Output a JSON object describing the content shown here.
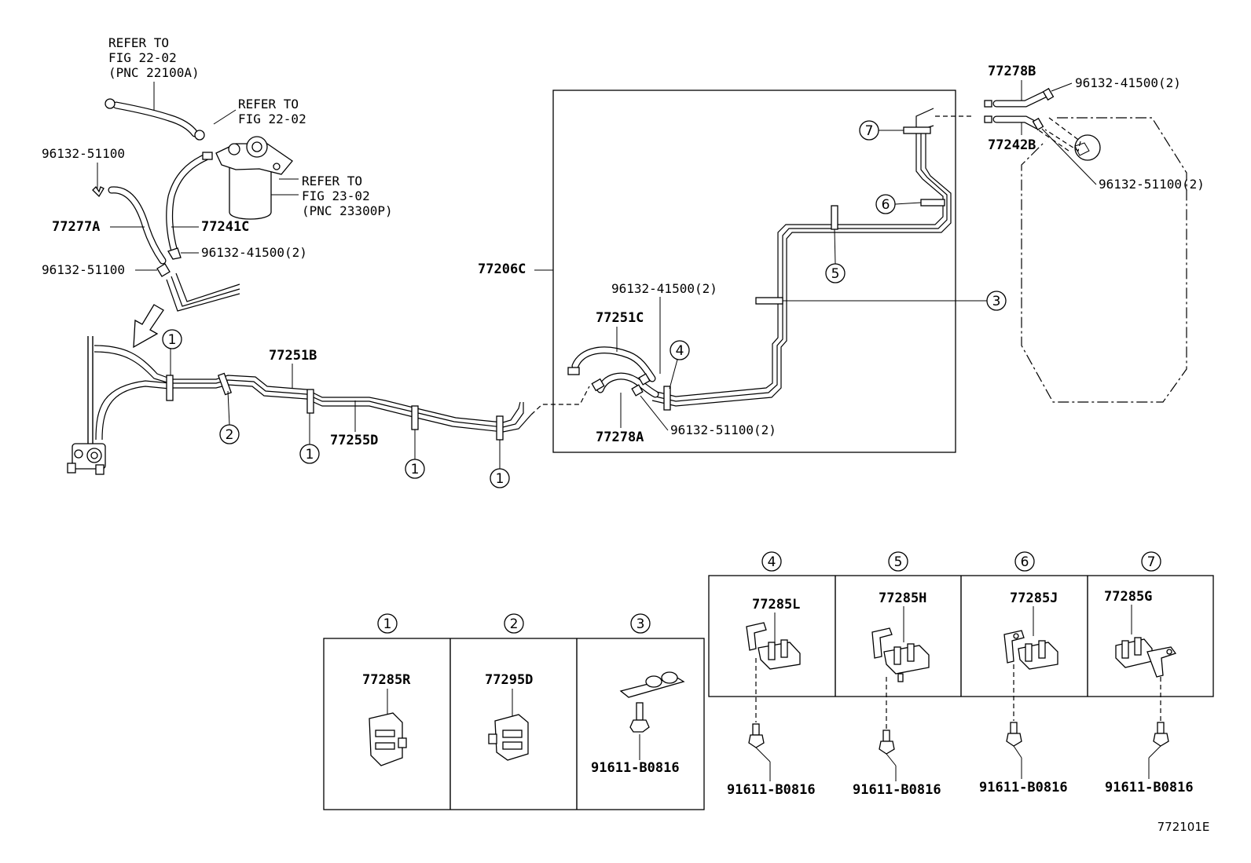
{
  "refer_notes": {
    "top": [
      "REFER TO",
      "FIG 22-02",
      "(PNC 22100A)"
    ],
    "right": [
      "REFER TO",
      "FIG 22-02"
    ],
    "canister": [
      "REFER TO",
      "FIG 23-02",
      "(PNC 23300P)"
    ]
  },
  "part_numbers": {
    "clip_96132_51100": "96132-51100",
    "clip_96132_51100_x2": "96132-51100(2)",
    "clip_96132_41500_x2": "96132-41500(2)",
    "hose_77277A": "77277A",
    "hose_77241C": "77241C",
    "tube_77206C": "77206C",
    "hose_77251C": "77251C",
    "hose_77278A": "77278A",
    "hose_77278B": "77278B",
    "hose_77242B": "77242B",
    "tube_77251B": "77251B",
    "tube_77255D": "77255D",
    "bolt_91611_B0816": "91611-B0816"
  },
  "callouts": [
    "1",
    "2",
    "3",
    "4",
    "5",
    "6",
    "7"
  ],
  "clamp_table_bottom": [
    {
      "callout": "1",
      "part": "77285R"
    },
    {
      "callout": "2",
      "part": "77295D"
    },
    {
      "callout": "3",
      "part": "91611-B0816"
    }
  ],
  "clamp_table_right": [
    {
      "callout": "4",
      "part": "77285L",
      "bolt": "91611-B0816"
    },
    {
      "callout": "5",
      "part": "77285H",
      "bolt": "91611-B0816"
    },
    {
      "callout": "6",
      "part": "77285J",
      "bolt": "91611-B0816"
    },
    {
      "callout": "7",
      "part": "77285G",
      "bolt": "91611-B0816"
    }
  ],
  "figure_id": "772101E"
}
